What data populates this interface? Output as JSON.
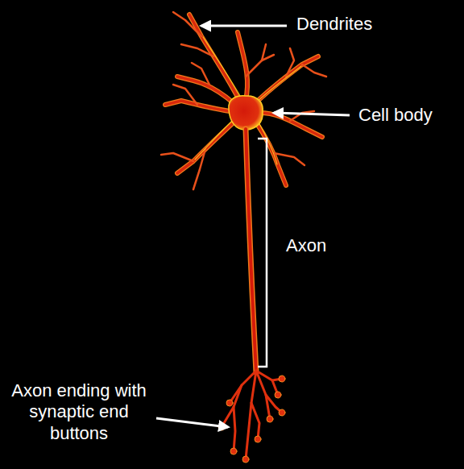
{
  "diagram": {
    "labels": [
      "Dendrites",
      "Cell body",
      "Axon",
      "Axon ending with synaptic end buttons"
    ]
  }
}
